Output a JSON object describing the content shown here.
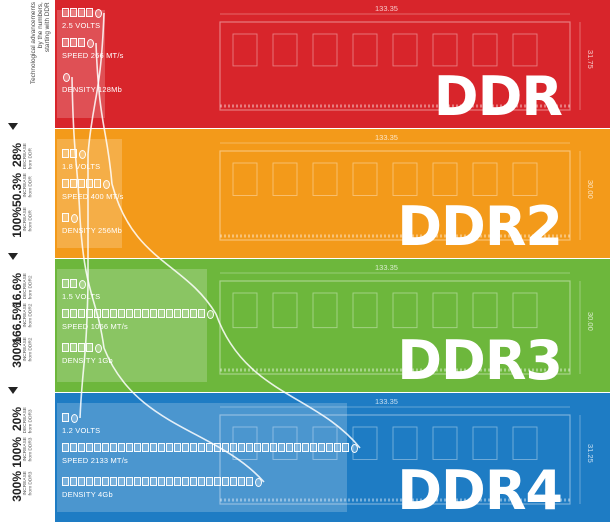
{
  "intro_text": "Technological advancements\nby the numbers,\nstarting with DDR",
  "colors": {
    "ddr": "#d8252b",
    "ddr2": "#f39a1a",
    "ddr3": "#6db73c",
    "ddr4": "#1e7cc4"
  },
  "modules": [
    {
      "id": "ddr",
      "label": "DDR",
      "length": "133.35",
      "height": "31.75",
      "voltage": {
        "label": "2.5 VOLTS",
        "boxes": 4
      },
      "speed": {
        "label": "SPEED 266 MT/s",
        "boxes": 3
      },
      "density": {
        "label": "DENSITY 128Mb",
        "boxes": 0
      },
      "stats": []
    },
    {
      "id": "ddr2",
      "label": "DDR2",
      "length": "133.35",
      "height": "30.00",
      "voltage": {
        "label": "1.8 VOLTS",
        "boxes": 2
      },
      "speed": {
        "label": "SPEED 400 MT/s",
        "boxes": 5
      },
      "density": {
        "label": "DENSITY 256Mb",
        "boxes": 1
      },
      "stats": [
        {
          "pct": "28%",
          "sub": "DECREASE\nfrom DDR"
        },
        {
          "pct": "50.3%",
          "sub": "INCREASE\nfrom DDR"
        },
        {
          "pct": "100%",
          "sub": "INCREASE\nfrom DDR"
        }
      ]
    },
    {
      "id": "ddr3",
      "label": "DDR3",
      "length": "133.35",
      "height": "30.00",
      "voltage": {
        "label": "1.5 VOLTS",
        "boxes": 2
      },
      "speed": {
        "label": "SPEED 1066 MT/s",
        "boxes": 18
      },
      "density": {
        "label": "DENSITY  1Gb",
        "boxes": 4
      },
      "stats": [
        {
          "pct": "16.6%",
          "sub": "DECREASE\nfrom DDR2"
        },
        {
          "pct": "166.5%",
          "sub": "INCREASE\nfrom DDR2"
        },
        {
          "pct": "300%",
          "sub": "INCREASE\nfrom DDR2"
        }
      ]
    },
    {
      "id": "ddr4",
      "label": "DDR4",
      "length": "133.35",
      "height": "31.25",
      "voltage": {
        "label": "1.2 VOLTS",
        "boxes": 1
      },
      "speed": {
        "label": "SPEED 2133 MT/s",
        "boxes": 36
      },
      "density": {
        "label": "DENSITY  4Gb",
        "boxes": 24
      },
      "stats": [
        {
          "pct": "20%",
          "sub": "DECREASE\nfrom DDR3"
        },
        {
          "pct": "100%",
          "sub": "INCREASE\nfrom DDR3"
        },
        {
          "pct": "300%",
          "sub": "INCREASE\nfrom DDR3"
        }
      ]
    }
  ]
}
